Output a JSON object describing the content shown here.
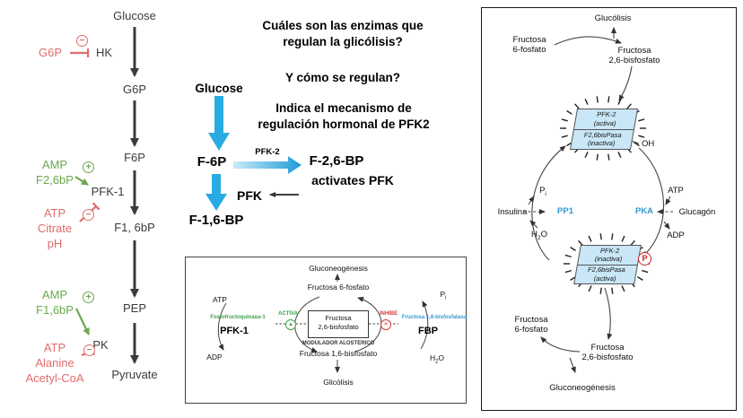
{
  "colors": {
    "inhibitor_red": "#e06c6c",
    "activator_green": "#6aa84f",
    "pathway_dark": "#3b3b3b",
    "arrow_blue": "#29abe2",
    "enzyme_blue": "#2e9bd6",
    "box_blue": "#c9e7f6"
  },
  "left_pathway": {
    "glucose": "Glucose",
    "hk": "HK",
    "g6p": "G6P",
    "f6p": "F6P",
    "pfk1": "PFK-1",
    "f16bp": "F1, 6bP",
    "pep": "PEP",
    "pk": "PK",
    "pyruvate": "Pyruvate",
    "hk_inhibitor": "G6P",
    "pfk1_activators": [
      "AMP",
      "F2,6bP"
    ],
    "pfk1_inhibitors": [
      "ATP",
      "Citrate",
      "pH"
    ],
    "pk_activators": [
      "AMP",
      "F1,6bP"
    ],
    "pk_inhibitors": [
      "ATP",
      "Alanine",
      "Acetyl-CoA"
    ],
    "plus_sign": "+",
    "minus_sign": "−"
  },
  "questions": {
    "q1": "Cuáles son las enzimas que\nregulan la glicólisis?",
    "q2": "Y cómo se regulan?",
    "q3": "Indica el mecanismo de\nregulación hormonal de PFK2"
  },
  "center": {
    "glucose": "Glucose",
    "f6p": "F-6P",
    "pfk2": "PFK-2",
    "f26bp": "F-2,6-BP",
    "activates": "activates PFK",
    "pfk": "PFK",
    "f16bp": "F-1,6-BP"
  },
  "inset": {
    "gluconeogenesis": "Gluconeogénesis",
    "f6p": "Fructosa 6-fosfato",
    "atp": "ATP",
    "adp": "ADP",
    "pi": {
      "p": "P",
      "i": "i"
    },
    "h2o": {
      "h": "H",
      "two": "2",
      "o": "O"
    },
    "enzyme1_full": "Fosfofructoquinasa-1",
    "enzyme1": "PFK-1",
    "activa": "ACTIVA",
    "activa_glyph": "▲",
    "box_line1": "Fructosa",
    "box_line2": "2,6-bisfosfato",
    "modulador": "MODULADOR ALOSTERICO",
    "inhibe": "INHIBE",
    "inhibe_glyph": "✕",
    "enzyme2_full": "Fructosa 1,6-bisfosfatasa",
    "enzyme2": "FBP",
    "f16bp": "Fructosa 1,6-bisfosfato",
    "glicolisis": "Glicólisis"
  },
  "panel": {
    "glucolisis": "Glucólisis",
    "f6p_top_l1": "Fructosa",
    "f6p_top_l2": "6-fosfato",
    "f26bp_top_l1": "Fructosa",
    "f26bp_top_l2": "2,6-bisfosfato",
    "active_box_l1": "PFK-2",
    "active_box_l2": "(activa)",
    "active_box_l3": "F2,6bisPasa",
    "active_box_l4": "(inactiva)",
    "oh": "OH",
    "pi": {
      "p": "P",
      "i": "i"
    },
    "insulina": "Insulina",
    "pp1": "PP1",
    "h2o": {
      "h": "H",
      "two": "2",
      "o": "O"
    },
    "atp": "ATP",
    "pka": "PKA",
    "glucagon": "Glucagón",
    "adp": "ADP",
    "inactive_box_l1": "PFK-2",
    "inactive_box_l2": "(inactiva)",
    "inactive_box_l3": "F2,6bisPasa",
    "inactive_box_l4": "(activa)",
    "p_badge": "P",
    "f6p_bottom_l1": "Fructosa",
    "f6p_bottom_l2": "6-fosfato",
    "f26bp_bottom_l1": "Fructosa",
    "f26bp_bottom_l2": "2,6-bisfosfato",
    "gluconeogenesis": "Gluconeogénesis"
  }
}
